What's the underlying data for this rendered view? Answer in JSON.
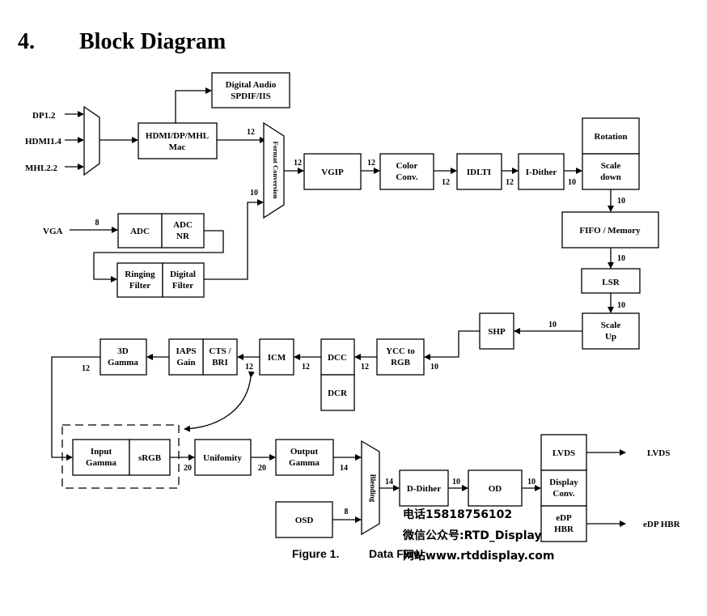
{
  "heading": {
    "number": "4.",
    "title": "Block Diagram"
  },
  "inputs": {
    "dp": "DP1.2",
    "hdmi": "HDMI1.4",
    "mhl": "MHL2.2",
    "vga": "VGA"
  },
  "blocks": {
    "digital_audio": [
      "Digital Audio",
      "SPDIF/IIS"
    ],
    "hdmi_mac": [
      "HDMI/DP/MHL",
      "Mac"
    ],
    "adc": "ADC",
    "adc_nr": [
      "ADC",
      "NR"
    ],
    "ringing_filter": [
      "Ringing",
      "Filter"
    ],
    "digital_filter": [
      "Digital",
      "Filter"
    ],
    "format_conversion": "Format Conversion",
    "vgip": "VGIP",
    "color_conv": [
      "Color",
      "Conv."
    ],
    "idlti": "IDLTI",
    "i_dither": "I-Dither",
    "rotation": "Rotation",
    "scale_down": [
      "Scale",
      "down"
    ],
    "fifo": "FIFO / Memory",
    "lsr": "LSR",
    "scale_up": [
      "Scale",
      "Up"
    ],
    "shp": "SHP",
    "ycc_rgb": [
      "YCC to",
      "RGB"
    ],
    "dcc": "DCC",
    "dcr": "DCR",
    "icm": "ICM",
    "cts_bri": [
      "CTS /",
      "BRI"
    ],
    "iaps_gain": [
      "IAPS",
      "Gain"
    ],
    "gamma3d": [
      "3D",
      "Gamma"
    ],
    "input_gamma": [
      "Input",
      "Gamma"
    ],
    "srgb": "sRGB",
    "uniformity": "Unifomity",
    "output_gamma": [
      "Output",
      "Gamma"
    ],
    "osd": "OSD",
    "blending": "Blending",
    "d_dither": "D-Dither",
    "od": "OD",
    "lvds": "LVDS",
    "display_conv": [
      "Display",
      "Conv."
    ],
    "edp_hbr": [
      "eDP",
      "HBR"
    ]
  },
  "outputs": {
    "lvds": "LVDS",
    "edp": "eDP HBR"
  },
  "bus_widths": {
    "mac_to_fc": "12",
    "nr_to_fc": "10",
    "vga": "8",
    "fc_to_vgip": "12",
    "vgip_to_cc": "12",
    "cc_to_idlti": "12",
    "idlti_to_idither": "12",
    "idither_to_scale": "10",
    "scale_to_fifo": "10",
    "fifo_to_lsr": "10",
    "lsr_to_scaleup": "10",
    "scaleup_to_shp": "10",
    "ycc_in": "10",
    "ycc_to_dcc": "12",
    "dcc_to_icm": "12",
    "icm_to_cts": "12",
    "gamma3d_out": "12",
    "srgb_to_unif": "20",
    "unif_to_og": "20",
    "og_to_blend": "14",
    "osd_to_blend": "8",
    "blend_to_dd": "14",
    "dd_to_od": "10",
    "od_to_out": "10"
  },
  "watermark": {
    "phone": "电话15818756102",
    "wechat": "微信公众号:RTD_Display",
    "site": "网站www.rtddisplay.com"
  },
  "caption": {
    "figure": "Figure 1.",
    "title": "Data Flow"
  }
}
